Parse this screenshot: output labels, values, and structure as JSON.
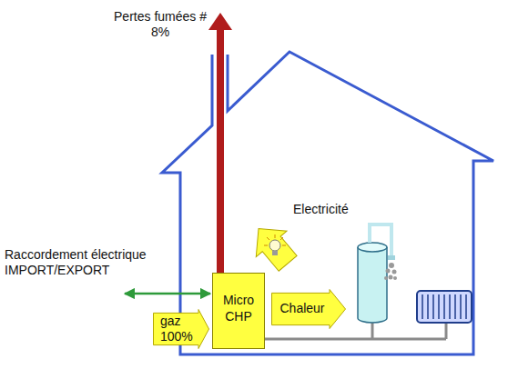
{
  "diagram": {
    "nodes": [
      {
        "text": [
          "gaz 100%"
        ]
      },
      {
        "text": [
          "Micro CHP"
        ]
      },
      {
        "text": [
          "Chaleur"
        ]
      }
    ],
    "labels": [
      "Pertes fumées # 8%",
      "Electricité",
      "Raccordement électrique IMPORT/EXPORT"
    ]
  }
}
